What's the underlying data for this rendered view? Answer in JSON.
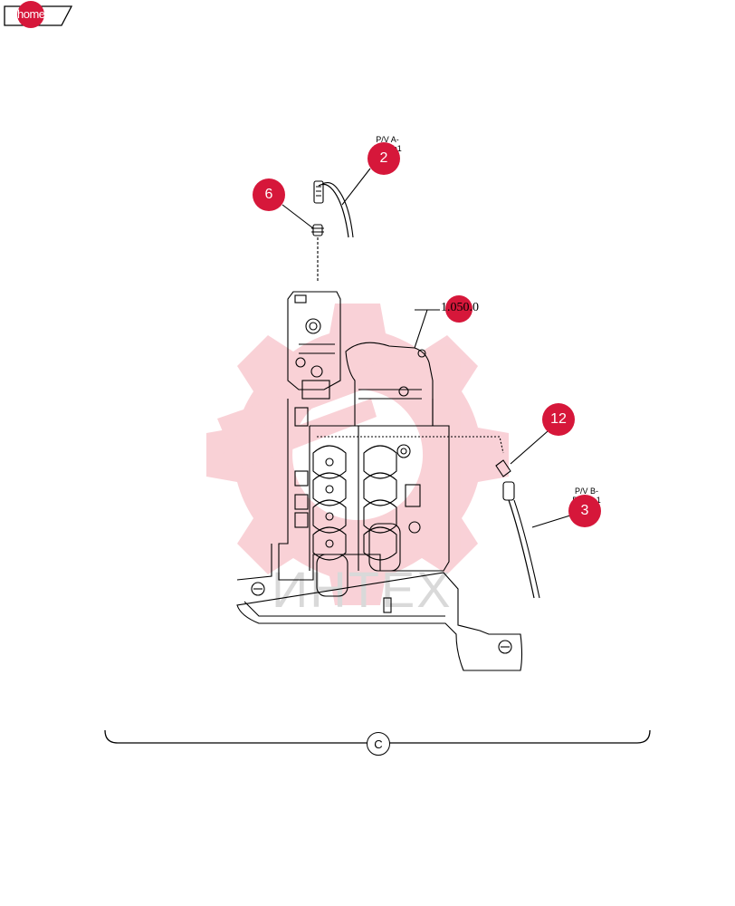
{
  "nav": {
    "home_label": "home"
  },
  "callouts": [
    {
      "id": "2",
      "label": "2"
    },
    {
      "id": "6",
      "label": "6"
    },
    {
      "id": "12",
      "label": "12"
    },
    {
      "id": "3",
      "label": "3"
    }
  ],
  "reference": {
    "label": "1.050.0"
  },
  "hose_labels": {
    "a_line1": "P/V A-",
    "a_line2": "DC  Pb1",
    "b_line1": "P/V B-",
    "b_line2": "DC  Pa1"
  },
  "section": {
    "letter": "C"
  },
  "watermark": {
    "text": "ИНТЕХ"
  },
  "colors": {
    "callout": "#d6173a",
    "watermark": "#f4b8bf",
    "line": "#000000"
  }
}
